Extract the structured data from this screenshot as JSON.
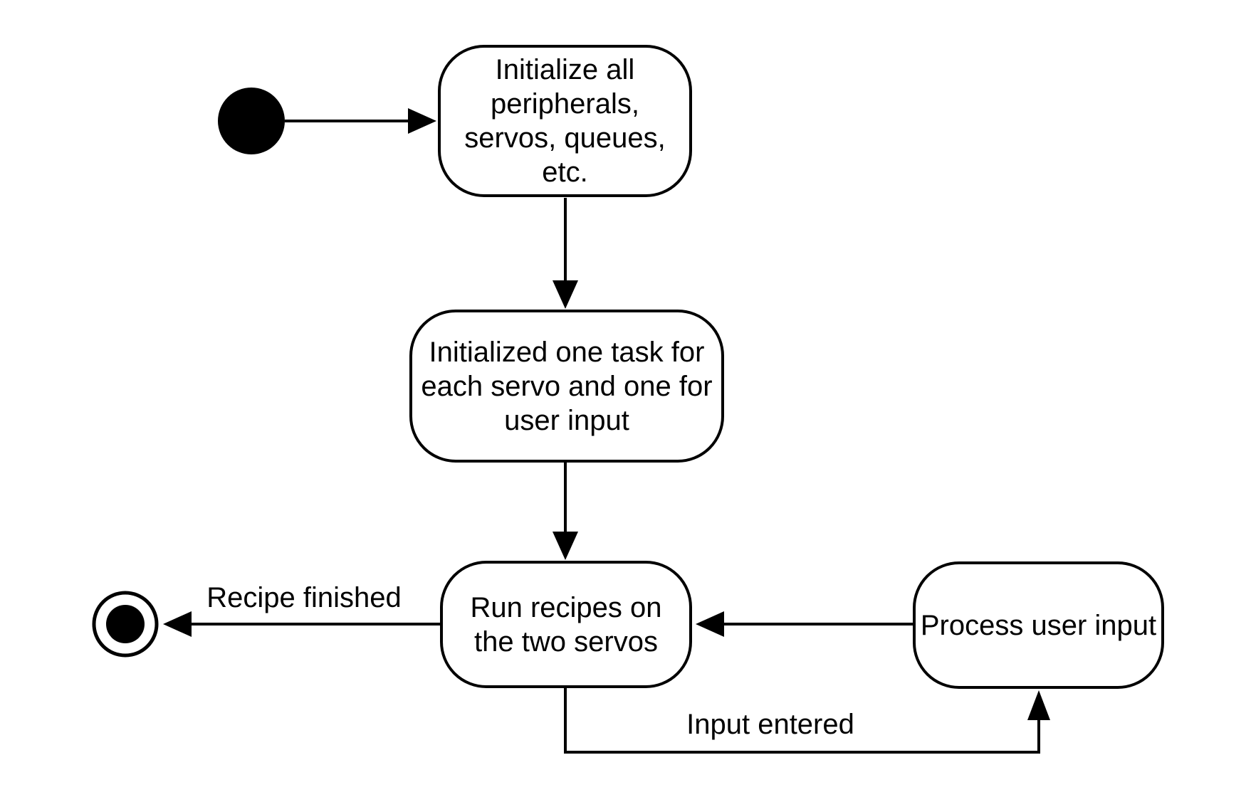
{
  "diagram": {
    "type": "uml-state-diagram",
    "background_color": "#ffffff",
    "stroke_color": "#000000",
    "states": [
      {
        "id": "initial",
        "kind": "initial-pseudostate",
        "label": ""
      },
      {
        "id": "init-peripherals",
        "kind": "state",
        "label": "Initialize all\nperipherals,\nservos, queues,\netc."
      },
      {
        "id": "init-tasks",
        "kind": "state",
        "label": "Initialized one task for\neach servo and one for\nuser input"
      },
      {
        "id": "run-recipes",
        "kind": "state",
        "label": "Run recipes on\nthe two servos"
      },
      {
        "id": "process-input",
        "kind": "state",
        "label": "Process user input"
      },
      {
        "id": "final",
        "kind": "final-state",
        "label": ""
      }
    ],
    "transitions": [
      {
        "from": "initial",
        "to": "init-peripherals",
        "label": ""
      },
      {
        "from": "init-peripherals",
        "to": "init-tasks",
        "label": ""
      },
      {
        "from": "init-tasks",
        "to": "run-recipes",
        "label": ""
      },
      {
        "from": "run-recipes",
        "to": "final",
        "label": "Recipe finished"
      },
      {
        "from": "process-input",
        "to": "run-recipes",
        "label": ""
      },
      {
        "from": "run-recipes",
        "to": "process-input",
        "label": "Input entered"
      }
    ]
  }
}
